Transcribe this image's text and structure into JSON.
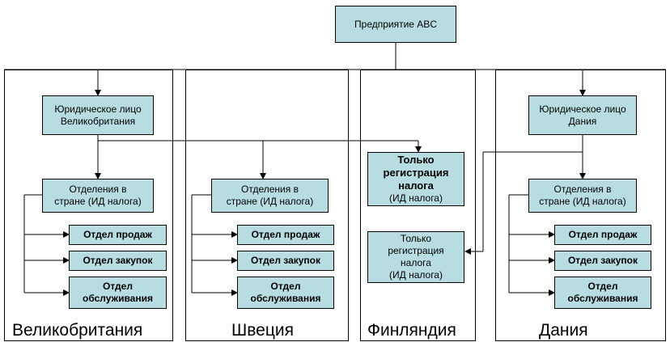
{
  "root": {
    "label": "Предприятие ABC"
  },
  "countries": {
    "uk": "Великобритания",
    "se": "Швеция",
    "fi": "Финляндия",
    "dk": "Дания"
  },
  "legal_entities": {
    "uk": "Юридическое лицо\nВеликобритания",
    "dk": "Юридическое лицо\nДания"
  },
  "branch_label": "Отделения в\nстране (ИД налога)",
  "departments": {
    "sales": "Отдел продаж",
    "purchasing": "Отдел закупок",
    "service": "Отдел\nобслуживания"
  },
  "finland": {
    "tax_reg_uk": "Только\nрегистрация\nналога",
    "tax_reg_uk_id": "(ИД налога)",
    "tax_reg_dk": "Только\nрегистрация\nналога\n(ИД налога)"
  },
  "colors": {
    "box_fill": "#b7dde3",
    "line": "#000000"
  }
}
